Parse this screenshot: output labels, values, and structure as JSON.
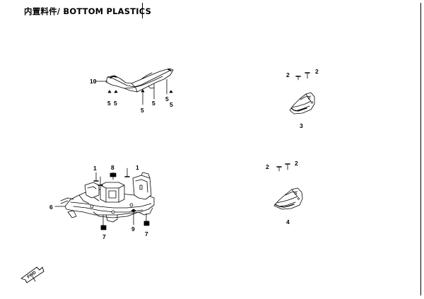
{
  "header": {
    "title": "内置料件/ BOTTOM PLASTICS"
  },
  "callouts": {
    "part10": "10",
    "part10_screw_a": "5",
    "part10_screw_b": "5",
    "part10_screw_c": "5",
    "part10_screw_d": "5",
    "part10_screw_e": "5",
    "part10_screw_f": "5",
    "part3": "3",
    "part3_bolt_a": "2",
    "part3_bolt_b": "2",
    "part4": "4",
    "part4_bolt_a": "2",
    "part4_bolt_b": "2",
    "part6": "6",
    "part6_bolt_a": "1",
    "part6_bolt_b": "1",
    "part6_clip_8": "8",
    "part6_grommet_9": "9",
    "part6_nut_a": "7",
    "part6_nut_b": "7"
  },
  "direction_marker": {
    "label": "FWD"
  }
}
